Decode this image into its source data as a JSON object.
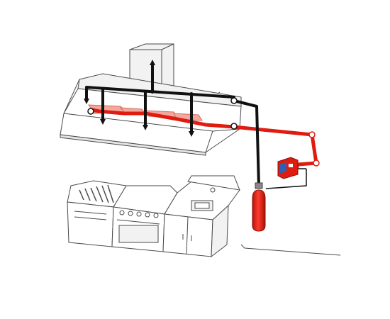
{
  "diagram": {
    "subject": "kitchen-hood-fire-suppression-system",
    "colors": {
      "outline": "#4a4a4a",
      "fill_light": "#f2f2f2",
      "fill_white": "#ffffff",
      "pipe_black": "#111111",
      "pipe_red": "#e01b10",
      "cylinder_red": "#e01b10",
      "nozzle_pink": "#f4a79c",
      "panel_blue": "#2f5fb3"
    },
    "components": [
      {
        "id": "exhaust-duct",
        "icon": "duct"
      },
      {
        "id": "exhaust-hood",
        "icon": "hood"
      },
      {
        "id": "agent-distribution-pipe",
        "icon": "black-pipe"
      },
      {
        "id": "detection-line",
        "icon": "red-pipe"
      },
      {
        "id": "control-panel",
        "icon": "red-box"
      },
      {
        "id": "agent-cylinder",
        "icon": "red-cylinder"
      },
      {
        "id": "griddle",
        "icon": "appliance"
      },
      {
        "id": "range-oven",
        "icon": "appliance"
      },
      {
        "id": "fryer-cabinet",
        "icon": "appliance"
      }
    ]
  }
}
